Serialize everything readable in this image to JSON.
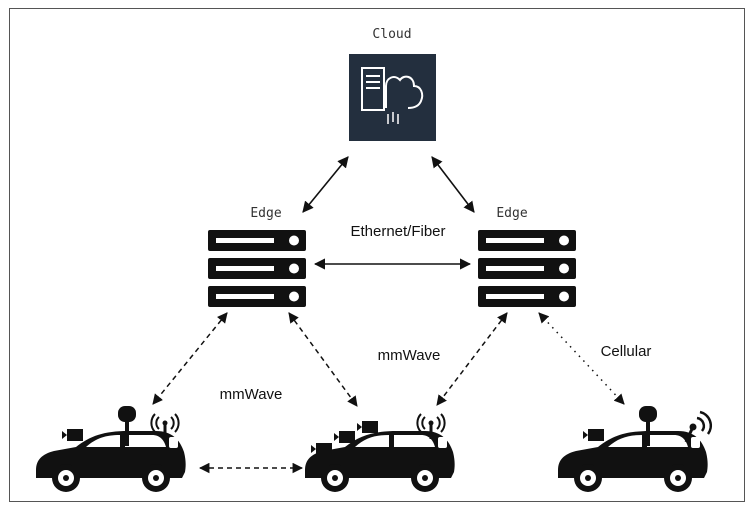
{
  "nodes": {
    "cloud_label": "Cloud",
    "edge_left_label": "Edge",
    "edge_right_label": "Edge"
  },
  "links": {
    "ethernet_label": "Ethernet/Fiber",
    "mmwave_left_label": "mmWave",
    "mmwave_center_label": "mmWave",
    "cellular_label": "Cellular"
  },
  "colors": {
    "cloud_tile": "#232f3e",
    "ink": "#111111"
  }
}
